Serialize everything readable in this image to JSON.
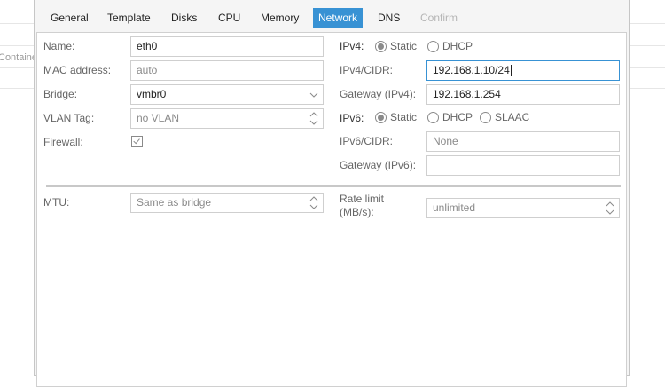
{
  "background": {
    "row_text": "Containe"
  },
  "tabs": [
    {
      "label": "General",
      "state": "normal"
    },
    {
      "label": "Template",
      "state": "normal"
    },
    {
      "label": "Disks",
      "state": "normal"
    },
    {
      "label": "CPU",
      "state": "normal"
    },
    {
      "label": "Memory",
      "state": "normal"
    },
    {
      "label": "Network",
      "state": "active"
    },
    {
      "label": "DNS",
      "state": "normal"
    },
    {
      "label": "Confirm",
      "state": "disabled"
    }
  ],
  "form": {
    "name": {
      "label": "Name:",
      "value": "eth0"
    },
    "mac": {
      "label": "MAC address:",
      "placeholder": "auto"
    },
    "bridge": {
      "label": "Bridge:",
      "value": "vmbr0"
    },
    "vlan": {
      "label": "VLAN Tag:",
      "placeholder": "no VLAN"
    },
    "firewall": {
      "label": "Firewall:",
      "checked": true
    },
    "mtu": {
      "label": "MTU:",
      "placeholder": "Same as bridge"
    },
    "ipv4": {
      "label": "IPv4:",
      "options": [
        "Static",
        "DHCP"
      ],
      "selected": "Static",
      "cidr_label": "IPv4/CIDR:",
      "cidr_value": "192.168.1.10/24",
      "gateway_label": "Gateway (IPv4):",
      "gateway_value": "192.168.1.254"
    },
    "ipv6": {
      "label": "IPv6:",
      "options": [
        "Static",
        "DHCP",
        "SLAAC"
      ],
      "selected": "Static",
      "cidr_label": "IPv6/CIDR:",
      "cidr_placeholder": "None",
      "gateway_label": "Gateway (IPv6):",
      "gateway_value": ""
    },
    "rate_limit": {
      "label": "Rate limit (MB/s):",
      "placeholder": "unlimited"
    }
  },
  "colors": {
    "accent": "#3892d4",
    "panel_bg": "#ffffff",
    "dialog_bg": "#f5f5f5"
  }
}
